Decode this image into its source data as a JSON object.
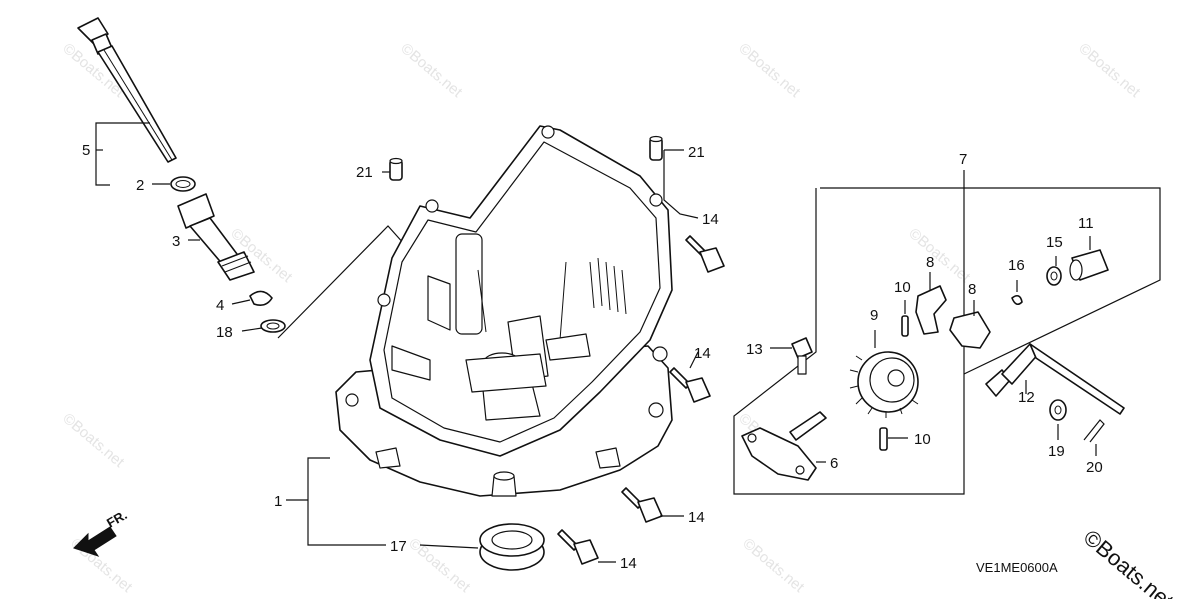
{
  "watermark": {
    "text": "©Boats.net",
    "corner_text": "©Boats.net"
  },
  "diagram_code": "VE1ME0600A",
  "front_marker": "FR.",
  "callouts": {
    "c1": "1",
    "c2": "2",
    "c3": "3",
    "c4": "4",
    "c5": "5",
    "c6": "6",
    "c7": "7",
    "c8a": "8",
    "c8b": "8",
    "c9": "9",
    "c10a": "10",
    "c10b": "10",
    "c11": "11",
    "c12": "12",
    "c13": "13",
    "c14a": "14",
    "c14b": "14",
    "c14c": "14",
    "c14d": "14",
    "c15": "15",
    "c16": "16",
    "c17": "17",
    "c18": "18",
    "c19": "19",
    "c20": "20",
    "c21a": "21",
    "c21b": "21"
  }
}
